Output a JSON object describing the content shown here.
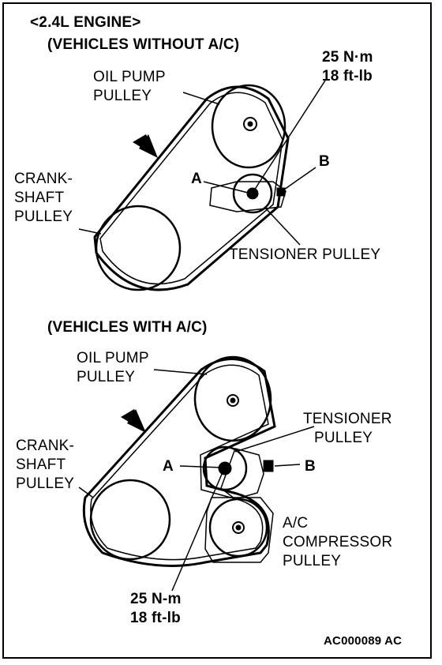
{
  "diagram": {
    "header": {
      "engine": "<2.4L ENGINE>",
      "top_section": "(VEHICLES WITHOUT A/C)",
      "bottom_section": "(VEHICLES WITH A/C)"
    },
    "top": {
      "oil_pump_line1": "OIL PUMP",
      "oil_pump_line2": "PULLEY",
      "torque_line1": "25 N·m",
      "torque_line2": "18 ft-lb",
      "label_a": "A",
      "label_b": "B",
      "crank_line1": "CRANK-",
      "crank_line2": "SHAFT",
      "crank_line3": "PULLEY",
      "tensioner": "TENSIONER PULLEY"
    },
    "bottom": {
      "oil_pump_line1": "OIL PUMP",
      "oil_pump_line2": "PULLEY",
      "tensioner_line1": "TENSIONER",
      "tensioner_line2": "PULLEY",
      "label_a": "A",
      "label_b": "B",
      "crank_line1": "CRANK-",
      "crank_line2": "SHAFT",
      "crank_line3": "PULLEY",
      "ac_line1": "A/C",
      "ac_line2": "COMPRESSOR",
      "ac_line3": "PULLEY",
      "torque_line1": "25 N-m",
      "torque_line2": "18 ft-lb"
    },
    "figure_code": "AC000089 AC"
  }
}
